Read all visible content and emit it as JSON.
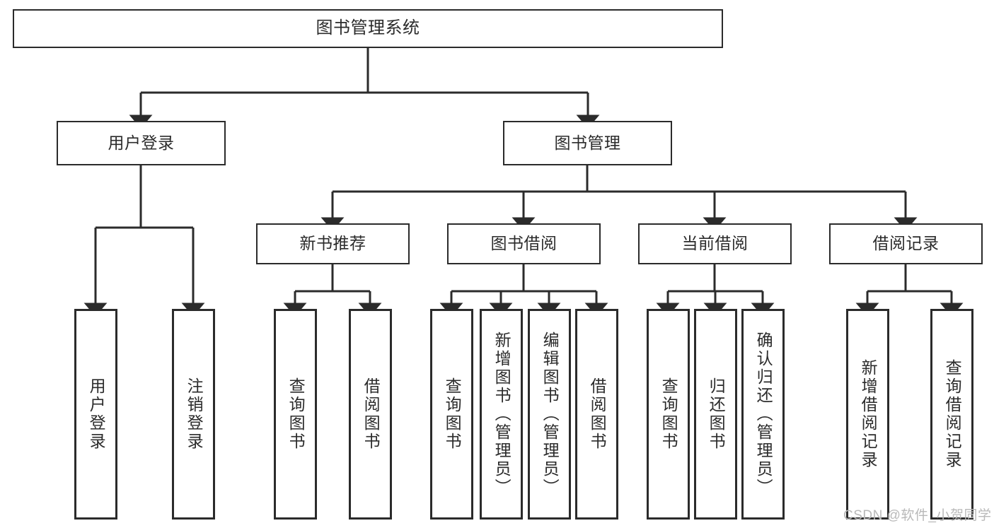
{
  "diagram": {
    "type": "tree",
    "title": "图书管理系统",
    "colors": {
      "stroke": "#2b2b2b",
      "fill": "#ffffff",
      "background": "#ffffff",
      "watermark": "#b9b9b9"
    },
    "nodes": {
      "root": {
        "label": "图书管理系统"
      },
      "level2": [
        {
          "id": "user-login",
          "label": "用户登录"
        },
        {
          "id": "book-manage",
          "label": "图书管理"
        }
      ],
      "level3": [
        {
          "id": "new-book-rec",
          "label": "新书推荐"
        },
        {
          "id": "book-borrow",
          "label": "图书借阅"
        },
        {
          "id": "current-borrow",
          "label": "当前借阅"
        },
        {
          "id": "borrow-record",
          "label": "借阅记录"
        }
      ],
      "leaves": [
        {
          "id": "leaf-user-login",
          "label": "用户登录",
          "parent": "user-login"
        },
        {
          "id": "leaf-user-logout",
          "label": "注销登录",
          "parent": "user-login"
        },
        {
          "id": "leaf-query-book-1",
          "label": "查询图书",
          "parent": "new-book-rec"
        },
        {
          "id": "leaf-borrow-book-1",
          "label": "借阅图书",
          "parent": "new-book-rec"
        },
        {
          "id": "leaf-query-book-2",
          "label": "查询图书",
          "parent": "book-borrow"
        },
        {
          "id": "leaf-add-book",
          "label": "新增图书（管理员）",
          "parent": "book-borrow"
        },
        {
          "id": "leaf-edit-book",
          "label": "编辑图书（管理员）",
          "parent": "book-borrow"
        },
        {
          "id": "leaf-borrow-book-2",
          "label": "借阅图书",
          "parent": "book-borrow"
        },
        {
          "id": "leaf-query-book-3",
          "label": "查询图书",
          "parent": "current-borrow"
        },
        {
          "id": "leaf-return-book",
          "label": "归还图书",
          "parent": "current-borrow"
        },
        {
          "id": "leaf-confirm-return",
          "label": "确认归还（管理员）",
          "parent": "current-borrow"
        },
        {
          "id": "leaf-add-record",
          "label": "新增借阅记录",
          "parent": "borrow-record"
        },
        {
          "id": "leaf-query-record",
          "label": "查询借阅记录",
          "parent": "borrow-record"
        }
      ]
    }
  },
  "watermark": {
    "text": "CSDN @软件_小贺同学"
  }
}
